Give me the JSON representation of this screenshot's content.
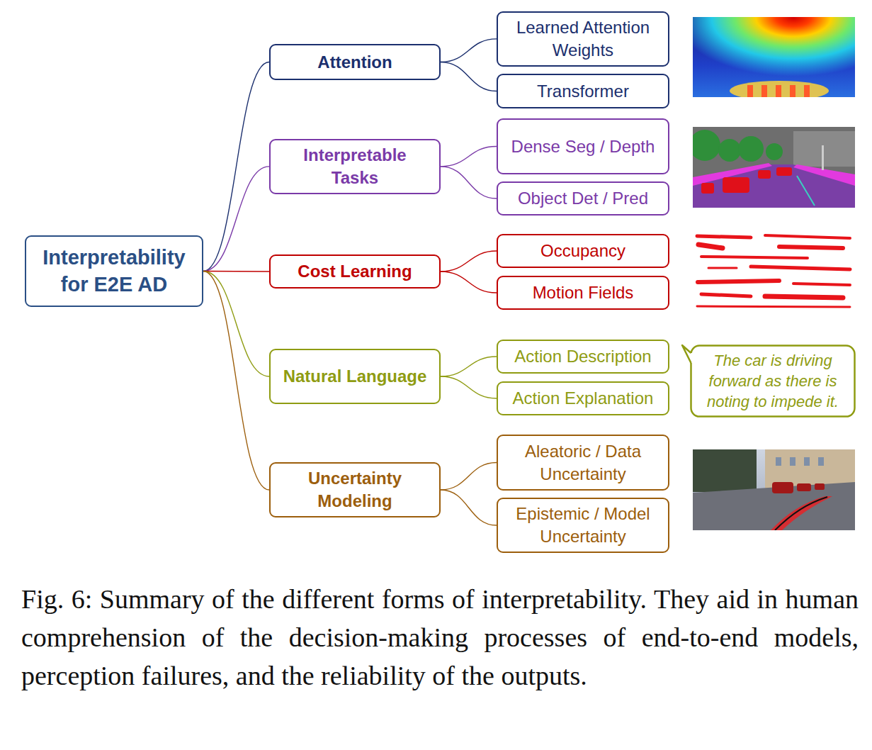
{
  "diagram": {
    "caption": "Fig. 6: Summary of the different forms of interpretability. They aid in human comprehension of the decision-making processes of end-to-end models, perception failures, and the reliability of the outputs.",
    "nodes": [
      {
        "text": [
          "Interpretability for E2E AD"
        ]
      },
      {
        "text": [
          "Attention"
        ]
      },
      {
        "text": [
          "Learned Attention Weights"
        ]
      },
      {
        "text": [
          "Transformer"
        ]
      },
      {
        "text": [
          "Interpretable Tasks"
        ]
      },
      {
        "text": [
          "Dense Seg / Depth"
        ]
      },
      {
        "text": [
          "Object Det / Pred"
        ]
      },
      {
        "text": [
          "Cost Learning"
        ]
      },
      {
        "text": [
          "Occupancy"
        ]
      },
      {
        "text": [
          "Motion Fields"
        ]
      },
      {
        "text": [
          "Natural Language"
        ]
      },
      {
        "text": [
          "Action Description"
        ]
      },
      {
        "text": [
          "Action Explanation"
        ]
      },
      {
        "text": [
          "The car is driving forward as there is noting to impede it."
        ]
      },
      {
        "text": [
          "Uncertainty Modeling"
        ]
      },
      {
        "text": [
          "Aleatoric / Data Uncertainty"
        ]
      },
      {
        "text": [
          "Epistemic / Model Uncertainty"
        ]
      }
    ],
    "edges": [
      {
        "from": 0,
        "to": 1,
        "arrow": "none"
      },
      {
        "from": 0,
        "to": 4,
        "arrow": "none"
      },
      {
        "from": 0,
        "to": 7,
        "arrow": "none"
      },
      {
        "from": 0,
        "to": 10,
        "arrow": "none"
      },
      {
        "from": 0,
        "to": 14,
        "arrow": "none"
      },
      {
        "from": 1,
        "to": 2,
        "arrow": "none"
      },
      {
        "from": 1,
        "to": 3,
        "arrow": "none"
      },
      {
        "from": 4,
        "to": 5,
        "arrow": "none"
      },
      {
        "from": 4,
        "to": 6,
        "arrow": "none"
      },
      {
        "from": 7,
        "to": 8,
        "arrow": "none"
      },
      {
        "from": 7,
        "to": 9,
        "arrow": "none"
      },
      {
        "from": 10,
        "to": 11,
        "arrow": "none"
      },
      {
        "from": 10,
        "to": 12,
        "arrow": "none"
      },
      {
        "from": 14,
        "to": 15,
        "arrow": "none"
      },
      {
        "from": 14,
        "to": 16,
        "arrow": "none"
      }
    ]
  }
}
